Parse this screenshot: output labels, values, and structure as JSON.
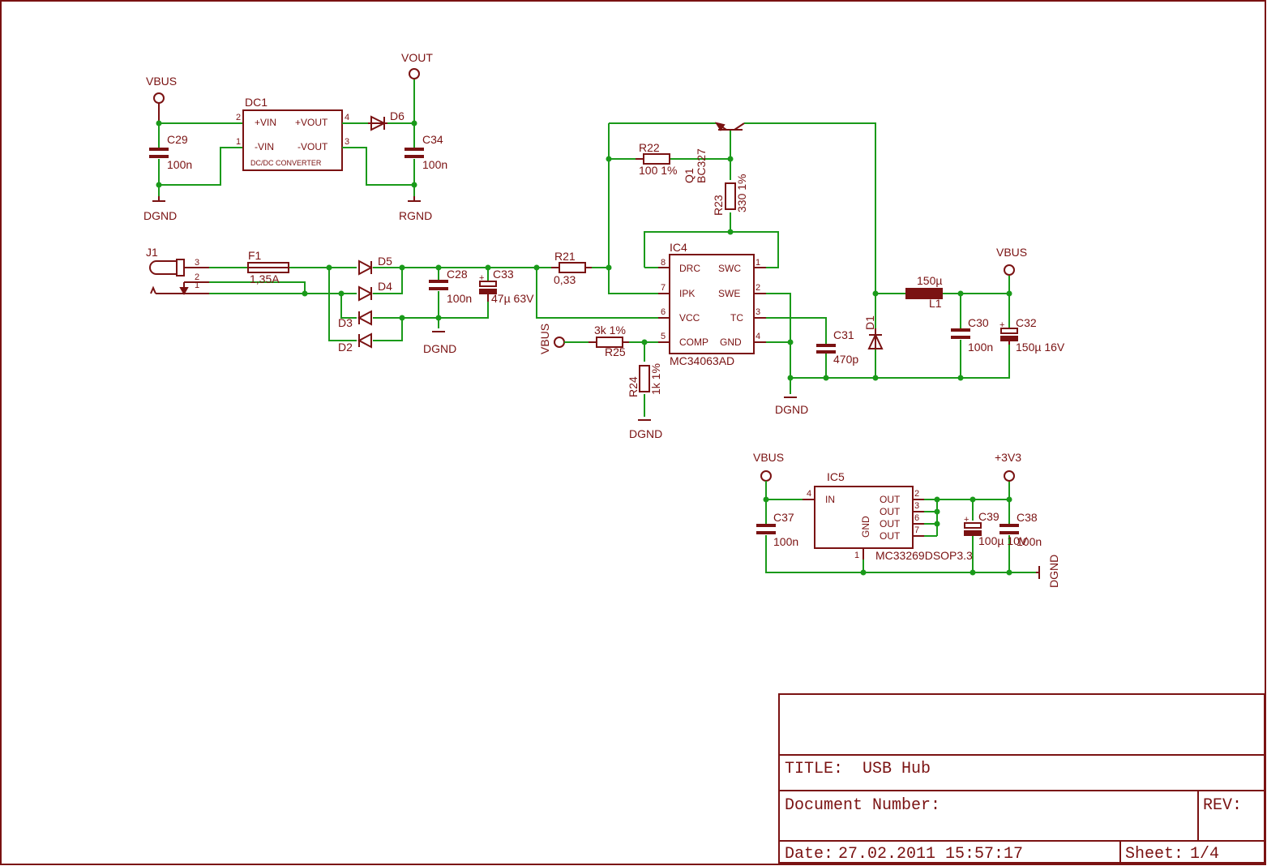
{
  "diagram": {
    "nets": {
      "vbus": "VBUS",
      "vout": "VOUT",
      "dgnd": "DGND",
      "rgnd": "RGND",
      "v3v3": "+3V3"
    },
    "components": {
      "dc1": {
        "ref": "DC1",
        "name": "DC/DC CONVERTER",
        "pin_vin_p": "+VIN",
        "pin_vin_n": "-VIN",
        "pin_vout_p": "+VOUT",
        "pin_vout_n": "-VOUT",
        "pins": [
          "2",
          "1",
          "4",
          "3"
        ]
      },
      "c29": {
        "ref": "C29",
        "value": "100n"
      },
      "c34": {
        "ref": "C34",
        "value": "100n"
      },
      "d6": {
        "ref": "D6"
      },
      "j1": {
        "ref": "J1",
        "pins": [
          "3",
          "2",
          "1"
        ]
      },
      "f1": {
        "ref": "F1",
        "value": "1,35A"
      },
      "d5": {
        "ref": "D5"
      },
      "d4": {
        "ref": "D4"
      },
      "d3": {
        "ref": "D3"
      },
      "d2": {
        "ref": "D2"
      },
      "c28": {
        "ref": "C28",
        "value": "100n"
      },
      "c33": {
        "ref": "C33",
        "value": "47µ 63V"
      },
      "r21": {
        "ref": "R21",
        "value": "0,33"
      },
      "r22": {
        "ref": "R22",
        "value": "100 1%"
      },
      "q1": {
        "ref": "Q1",
        "value": "BC327"
      },
      "r23": {
        "ref": "R23",
        "value": "330 1%"
      },
      "ic4": {
        "ref": "IC4",
        "name": "MC34063AD",
        "pins_left": [
          {
            "num": "8",
            "name": "DRC"
          },
          {
            "num": "7",
            "name": "IPK"
          },
          {
            "num": "6",
            "name": "VCC"
          },
          {
            "num": "5",
            "name": "COMP"
          }
        ],
        "pins_right": [
          {
            "num": "1",
            "name": "SWC"
          },
          {
            "num": "2",
            "name": "SWE"
          },
          {
            "num": "3",
            "name": "TC"
          },
          {
            "num": "4",
            "name": "GND"
          }
        ]
      },
      "r25": {
        "ref": "R25",
        "value": "3k 1%"
      },
      "r24": {
        "ref": "R24",
        "value": "1k 1%"
      },
      "c31": {
        "ref": "C31",
        "value": "470p"
      },
      "d1": {
        "ref": "D1"
      },
      "l1": {
        "ref": "L1",
        "value": "150µ"
      },
      "c30": {
        "ref": "C30",
        "value": "100n"
      },
      "c32": {
        "ref": "C32",
        "value": "150µ 16V"
      },
      "ic5": {
        "ref": "IC5",
        "name": "MC33269DSOP3.3",
        "pin_in": "IN",
        "pin_gnd": "GND",
        "pin_out": "OUT",
        "pins": [
          "4",
          "1",
          "2",
          "3",
          "6",
          "7"
        ]
      },
      "c37": {
        "ref": "C37",
        "value": "100n"
      },
      "c39": {
        "ref": "C39",
        "value": "100µ 10V"
      },
      "c38": {
        "ref": "C38",
        "value": "100n"
      }
    }
  },
  "title_block": {
    "title_label": "TITLE:",
    "title": "USB Hub",
    "doc_number_label": "Document Number:",
    "rev_label": "REV:",
    "date_label": "Date:",
    "date": "27.02.2011 15:57:17",
    "sheet_label": "Sheet:",
    "sheet": "1/4"
  },
  "colors": {
    "symbol": "#7a1212",
    "wire": "#1a9a1a",
    "background": "#ffffff"
  }
}
